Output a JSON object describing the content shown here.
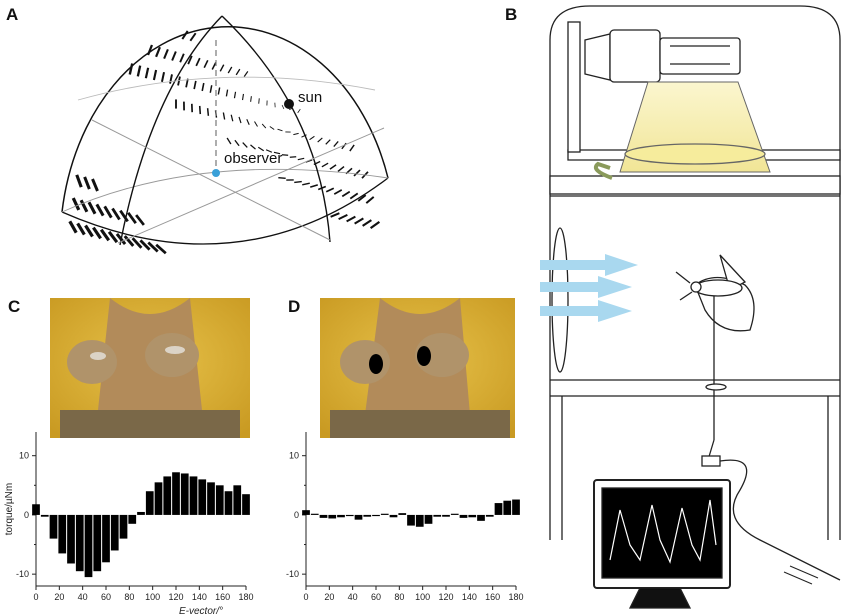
{
  "panels": {
    "a": {
      "letter": "A",
      "sun_label": "sun",
      "observer_label": "observer"
    },
    "b": {
      "letter": "B"
    },
    "c": {
      "letter": "C"
    },
    "d": {
      "letter": "D"
    }
  },
  "colors": {
    "lamp_light": "#f6efb4",
    "air_arrows": "#a9d8ef",
    "observer_dot": "#3aa0d8",
    "rotation_arrow": "#8a9a5b",
    "photo_yellow": "#d9b23a",
    "bars": "#000000"
  },
  "icons": {
    "lamp": "lamp-icon",
    "locust": "locust-icon",
    "monitor": "monitor-icon"
  },
  "chart_data": [
    {
      "type": "bar",
      "panel": "C",
      "x": [
        0,
        7.5,
        15,
        22.5,
        30,
        37.5,
        45,
        52.5,
        60,
        67.5,
        75,
        82.5,
        90,
        97.5,
        105,
        112.5,
        120,
        127.5,
        135,
        142.5,
        150,
        157.5,
        165,
        172.5,
        180
      ],
      "values": [
        1.8,
        -0.3,
        -4,
        -6.5,
        -8.2,
        -9.5,
        -10.5,
        -9.5,
        -8,
        -6,
        -4,
        -1.5,
        0.5,
        4,
        5.5,
        6.5,
        7.2,
        7,
        6.5,
        6,
        5.5,
        5,
        4,
        5,
        3.5
      ],
      "xlabel": "E-vector/°",
      "ylabel": "torque/µNm",
      "xlim": [
        0,
        180
      ],
      "ylim": [
        -12,
        14
      ],
      "xticks": [
        "0",
        "20",
        "40",
        "60",
        "80",
        "100",
        "120",
        "140",
        "160",
        "180"
      ],
      "yticks": [
        "-10",
        "0",
        "10"
      ]
    },
    {
      "type": "bar",
      "panel": "D",
      "x": [
        0,
        7.5,
        15,
        22.5,
        30,
        37.5,
        45,
        52.5,
        60,
        67.5,
        75,
        82.5,
        90,
        97.5,
        105,
        112.5,
        120,
        127.5,
        135,
        142.5,
        150,
        157.5,
        165,
        172.5,
        180
      ],
      "values": [
        0.8,
        0.2,
        -0.5,
        -0.6,
        -0.4,
        -0.2,
        -0.8,
        -0.3,
        -0.2,
        0.2,
        -0.4,
        0.3,
        -1.8,
        -2,
        -1.5,
        -0.3,
        -0.3,
        0.2,
        -0.5,
        -0.4,
        -1,
        -0.3,
        2,
        2.4,
        2.6
      ],
      "xlabel": "",
      "ylabel": "",
      "xlim": [
        0,
        180
      ],
      "ylim": [
        -12,
        14
      ],
      "xticks": [
        "0",
        "20",
        "40",
        "60",
        "80",
        "100",
        "120",
        "140",
        "160",
        "180"
      ],
      "yticks": [
        "-10",
        "0",
        "10"
      ]
    }
  ]
}
